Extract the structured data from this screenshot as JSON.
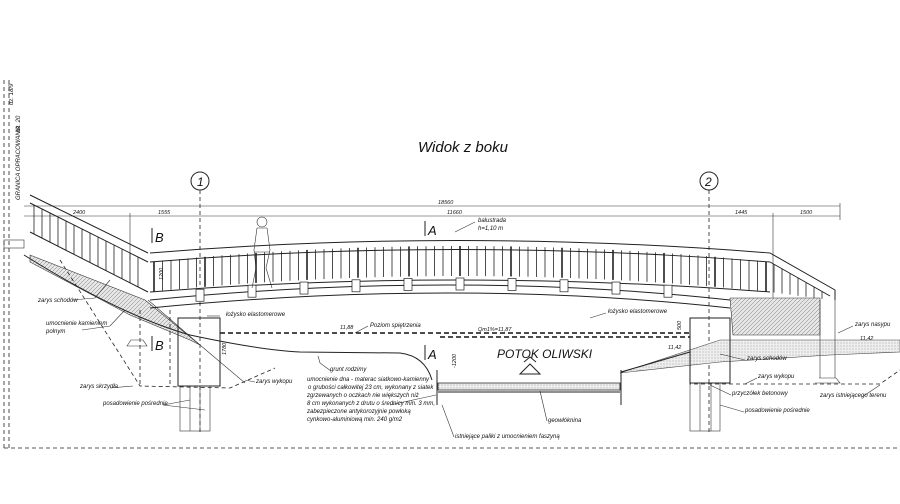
{
  "title": "Widok z boku",
  "boundary": {
    "label": "GRANICA OPRACOWANIA",
    "plot_left": "dz. 18/9",
    "plot_right": "dz. 20"
  },
  "axes": [
    "1",
    "2"
  ],
  "dimensions": {
    "total": "18560",
    "d1": "2400",
    "d2": "1555",
    "d3": "11660",
    "d4": "1445",
    "d5": "1500",
    "h500": "500",
    "h1200": "1200",
    "h_1200": "-1200",
    "h1780": "1780"
  },
  "sections": {
    "a": "A",
    "b": "B"
  },
  "river": "POTOK OLIWSKI",
  "levels": {
    "spietrzenie": "11,88",
    "qm": "Qm1%=11,87",
    "left_bank": "11,42",
    "right_bank": "11,42"
  },
  "labels": {
    "balustrada": "balustrada",
    "balustrada_h": "h=1,10 m",
    "lozysko_left": "łożysko elastomerowe",
    "lozysko_right": "łożysko elastomerowe",
    "poziom": "Poziom spiętrzenia",
    "zarys_schodow_left": "zarys schodów",
    "zarys_schodow_right": "zarys schodów",
    "umocnienie_1": "umocnienie kamieniem",
    "umocnienie_2": "polnym",
    "grunt": "grunt rodzimy",
    "zarys_wykopu_left": "zarys wykopu",
    "zarys_wykopu_right": "zarys wykopu",
    "zarys_skrzydla": "zarys skrzydła",
    "posadowienie_left": "posadowienie pośrednie",
    "posadowienie_right": "posadowienie pośrednie",
    "przyczolek": "przyczółek betonowy",
    "zarys_nasypu": "zarys nasypu",
    "zarys_terenu": "zarys istniejącego terenu",
    "geowloknina": "geowłóknina",
    "paliki": "istniejące paliki z umocnieniem faszyną",
    "dno": [
      "umocnienie dna - materac siatkowo-kamienny",
      "o grubości całkowitej 23 cm, wykonany z siatek",
      "zgrzewanych o oczkach nie większych niż",
      "8 cm wykonanych z drutu o średnicy min. 3 mm,",
      "zabezpieczone antykorozyjnie powłoką",
      "cynkowo-aluminiową min. 240 g/m2"
    ]
  }
}
